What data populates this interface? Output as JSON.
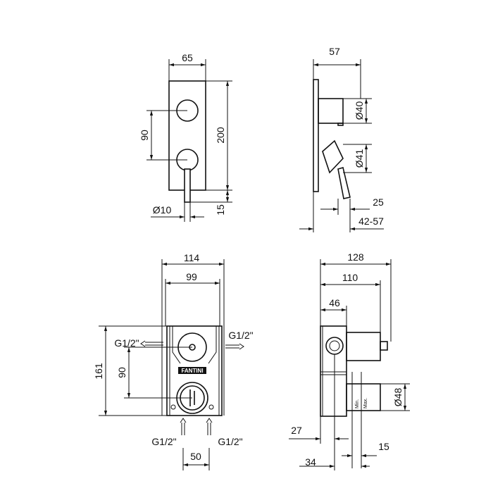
{
  "front_view": {
    "width": "65",
    "spacing": "90",
    "height": "200",
    "stem_diameter": "Ø10",
    "stem_length": "15"
  },
  "side_view": {
    "depth": "57",
    "body_diameter": "Ø40",
    "lever_diameter": "Ø41",
    "lever_offset": "25",
    "projection": "42-57"
  },
  "box_front": {
    "outer_width": "114",
    "inner_width": "99",
    "height": "161",
    "spacing": "90",
    "connection_left": "G1/2\"",
    "connection_right": "G1/2\"",
    "connection_bottom_left": "G1/2\"",
    "connection_bottom_right": "G1/2\"",
    "bottom_spacing": "50",
    "logo": "FANTINI"
  },
  "box_side": {
    "total_depth": "128",
    "depth": "110",
    "box_depth": "46",
    "cartridge_diameter": "Ø48",
    "min_depth": "27",
    "max_range": "15",
    "offset": "34",
    "min_label": "Min.",
    "max_label": "Max."
  }
}
